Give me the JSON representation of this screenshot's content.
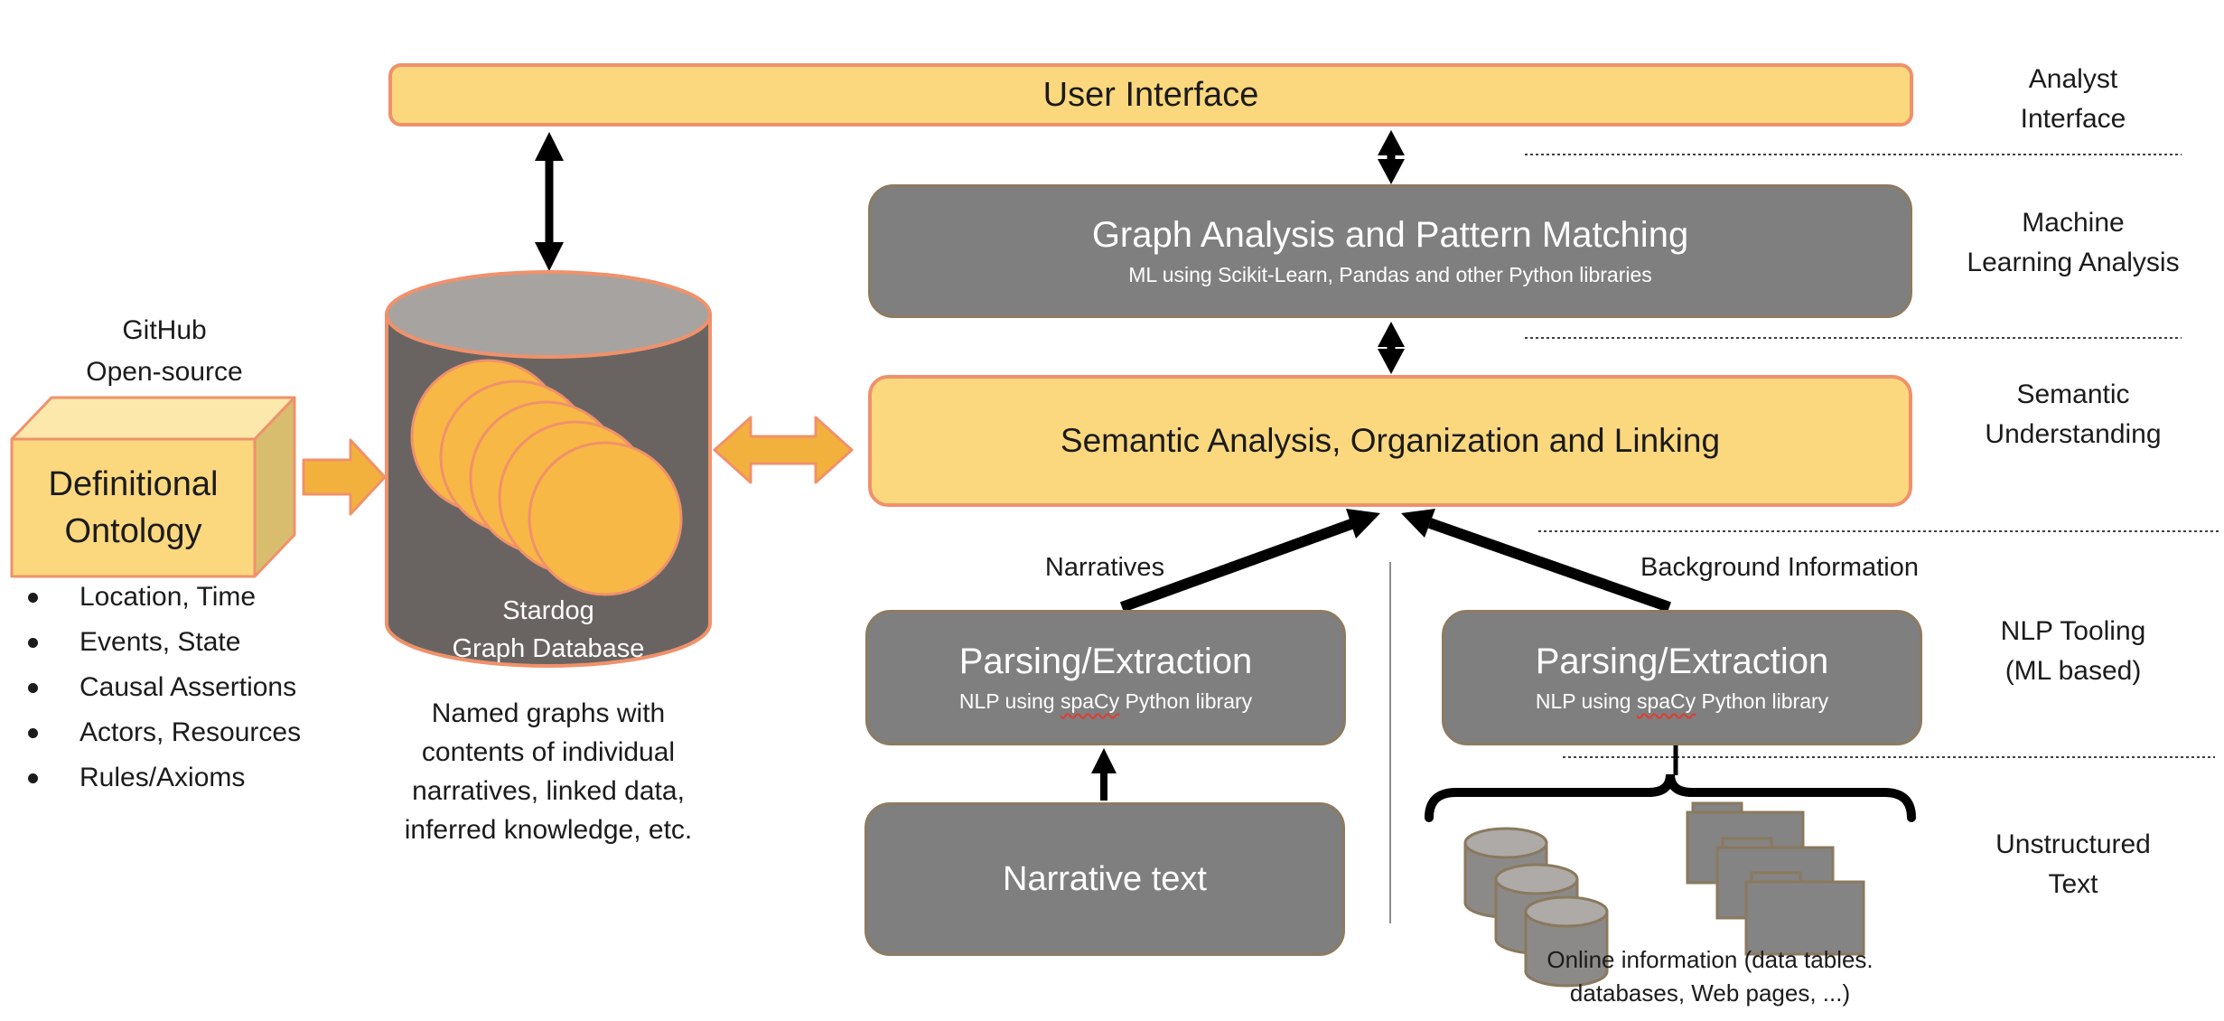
{
  "colors": {
    "yellow_fill": "#FBD87E",
    "salmon_border": "#F0916B",
    "amber_arrow_fill": "#F2B13D",
    "gray_box_fill": "#7F7F7F",
    "gray_box_border": "#8D7B61",
    "cylinder_fill": "#696461",
    "cylinder_top_fill": "#A7A3A0",
    "disk_fill": "#F7B845",
    "icon_gray_fill": "#8C8A88",
    "icon_border": "#8A795E",
    "cube_top_fill": "#FDE8AB",
    "cube_side_fill": "#D9BD6F",
    "arrow_black": "#000000",
    "spellcheck_red": "#e03c31"
  },
  "boxes": {
    "user_interface": {
      "title": "User Interface"
    },
    "graph_analysis": {
      "title": "Graph Analysis and Pattern Matching",
      "subtitle": "ML using Scikit-Learn, Pandas and other Python libraries"
    },
    "semantic_analysis": {
      "title": "Semantic Analysis, Organization and Linking"
    },
    "parsing_left": {
      "title": "Parsing/Extraction",
      "subtitle_prefix": "NLP using ",
      "subtitle_word": "spaCy",
      "subtitle_suffix": " Python library"
    },
    "parsing_right": {
      "title": "Parsing/Extraction",
      "subtitle_prefix": "NLP using ",
      "subtitle_word": "spaCy",
      "subtitle_suffix": " Python library"
    },
    "narrative_text": {
      "title": "Narrative text"
    }
  },
  "flow_labels": {
    "narratives": "Narratives",
    "background_information": "Background Information"
  },
  "right_rail": {
    "labels": [
      {
        "lines": [
          "Analyst",
          "Interface"
        ]
      },
      {
        "lines": [
          "Machine",
          "Learning Analysis"
        ]
      },
      {
        "lines": [
          "Semantic",
          "Understanding"
        ]
      },
      {
        "lines": [
          "NLP Tooling",
          "(ML based)"
        ]
      },
      {
        "lines": [
          "Unstructured",
          "Text"
        ]
      }
    ]
  },
  "left_column": {
    "github_label_lines": [
      "GitHub",
      "Open-source"
    ],
    "ontology_cube_lines": [
      "Definitional",
      "Ontology"
    ],
    "bullets": [
      "Location, Time",
      "Events, State",
      "Causal Assertions",
      "Actors, Resources",
      "Rules/Axioms"
    ],
    "named_graphs_lines": [
      "Named graphs with",
      "contents of individual",
      "narratives, linked data,",
      "inferred knowledge, etc."
    ]
  },
  "database": {
    "label_lines": [
      "Stardog",
      "Graph Database"
    ]
  },
  "bottom_right": {
    "caption_lines": [
      "Online information (data tables.",
      "databases, Web pages, ...)"
    ]
  },
  "icons": [
    "ontology-cube-icon",
    "flow-arrow-icon",
    "bidirectional-arrow-icon",
    "graph-database-cylinder-icon",
    "named-graph-disk-icon",
    "database-stack-icon",
    "web-page-stack-icon",
    "sources-brace-icon"
  ]
}
